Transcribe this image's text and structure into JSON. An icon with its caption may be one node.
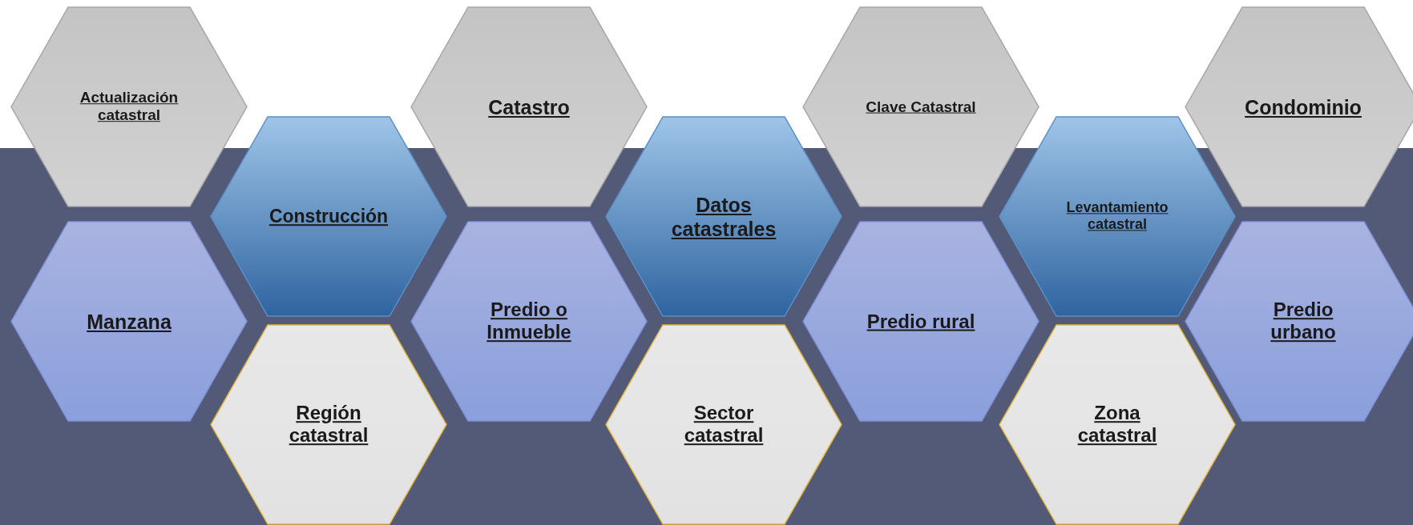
{
  "diagram": {
    "nodes": [
      {
        "text": [
          "Actualización catastral"
        ]
      },
      {
        "text": [
          "Manzana"
        ]
      },
      {
        "text": [
          "Construcción"
        ]
      },
      {
        "text": [
          "Región catastral"
        ]
      },
      {
        "text": [
          "Catastro"
        ]
      },
      {
        "text": [
          "Predio o Inmueble"
        ]
      },
      {
        "text": [
          "Datos catastrales"
        ]
      },
      {
        "text": [
          "Sector catastral"
        ]
      },
      {
        "text": [
          "Clave Catastral"
        ]
      },
      {
        "text": [
          "Predio rural"
        ]
      },
      {
        "text": [
          "Levantamiento catastral"
        ]
      },
      {
        "text": [
          "Zona catastral"
        ]
      },
      {
        "text": [
          "Condominio"
        ]
      },
      {
        "text": [
          "Predio urbano"
        ]
      }
    ]
  }
}
